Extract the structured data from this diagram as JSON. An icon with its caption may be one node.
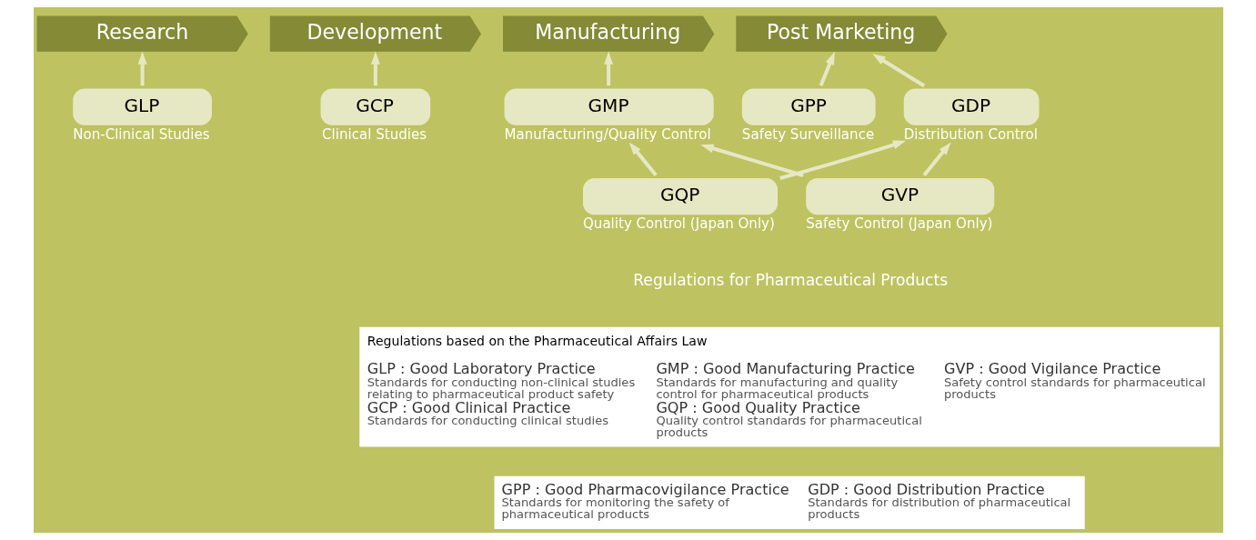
{
  "diagram": {
    "nodes": [
      {
        "text": [
          "Research"
        ]
      },
      {
        "text": [
          "Development"
        ]
      },
      {
        "text": [
          "Manufacturing"
        ]
      },
      {
        "text": [
          "Post Marketing"
        ]
      },
      {
        "text": [
          "GLP"
        ],
        "beside": [
          "Non-Clinical Studies"
        ]
      },
      {
        "text": [
          "GCP"
        ],
        "beside": [
          "Clinical Studies"
        ]
      },
      {
        "text": [
          "GMP"
        ],
        "beside": [
          "Manufacturing/Quality Control"
        ]
      },
      {
        "text": [
          "GPP"
        ],
        "beside": [
          "Safety Surveillance"
        ]
      },
      {
        "text": [
          "GDP"
        ],
        "beside": [
          "Distribution Control"
        ]
      },
      {
        "text": [
          "GQP"
        ],
        "beside": [
          "Quality Control (Japan Only)"
        ]
      },
      {
        "text": [
          "GVP"
        ],
        "beside": [
          "Safety Control (Japan Only)"
        ]
      },
      {
        "text": [
          "Regulations based on the Pharmaceutical Affairs Law",
          "GLP : Good Laboratory Practice",
          "Standards for conducting non-clinical studies relating to pharmaceutical product safety",
          "GCP : Good Clinical Practice",
          "Standards for conducting clinical studies",
          "GMP : Good Manufacturing Practice",
          "Standards for manufacturing and quality control for pharmaceutical products",
          "GQP : Good Quality Practice",
          "Quality control standards for pharmaceutical products",
          "GVP : Good Vigilance Practice",
          "Safety control standards for pharmaceutical products"
        ]
      },
      {
        "text": [
          "GPP : Good Pharmacovigilance Practice",
          "Standards for monitoring the safety of pharmaceutical products",
          "GDP : Good Distribution Practice",
          "Standards for distribution of pharmaceutical products"
        ]
      }
    ],
    "edges": [
      {
        "from": 4,
        "to": 0,
        "arrow": "to"
      },
      {
        "from": 5,
        "to": 1,
        "arrow": "to"
      },
      {
        "from": 6,
        "to": 2,
        "arrow": "to"
      },
      {
        "from": 7,
        "to": 3,
        "arrow": "to"
      },
      {
        "from": 8,
        "to": 3,
        "arrow": "to"
      },
      {
        "from": 9,
        "to": 6,
        "arrow": "to"
      },
      {
        "from": 10,
        "to": 6,
        "arrow": "to"
      },
      {
        "from": 9,
        "to": 8,
        "arrow": "to"
      },
      {
        "from": 10,
        "to": 8,
        "arrow": "to"
      }
    ],
    "labels": [
      "Regulations for Pharmaceutical Products"
    ]
  }
}
